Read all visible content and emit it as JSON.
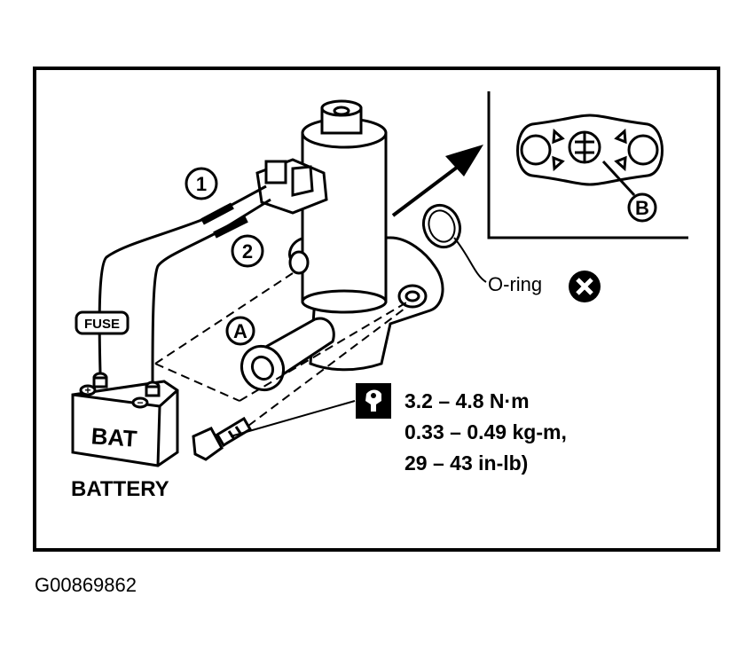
{
  "callouts": {
    "one": "1",
    "two": "2",
    "a": "A",
    "b": "B"
  },
  "labels": {
    "fuse": "FUSE",
    "bat": "BAT",
    "battery": "BATTERY",
    "oring": "O-ring"
  },
  "torque": {
    "line1": "3.2 – 4.8 N·m",
    "line2": "0.33 – 0.49 kg-m,",
    "line3": "29 – 43 in-lb)"
  },
  "battery_terminals": {
    "positive": "+",
    "negative": "−"
  },
  "figure_id": "G00869862",
  "icons": [
    "torque-wrench-icon",
    "do-not-reuse-icon"
  ]
}
